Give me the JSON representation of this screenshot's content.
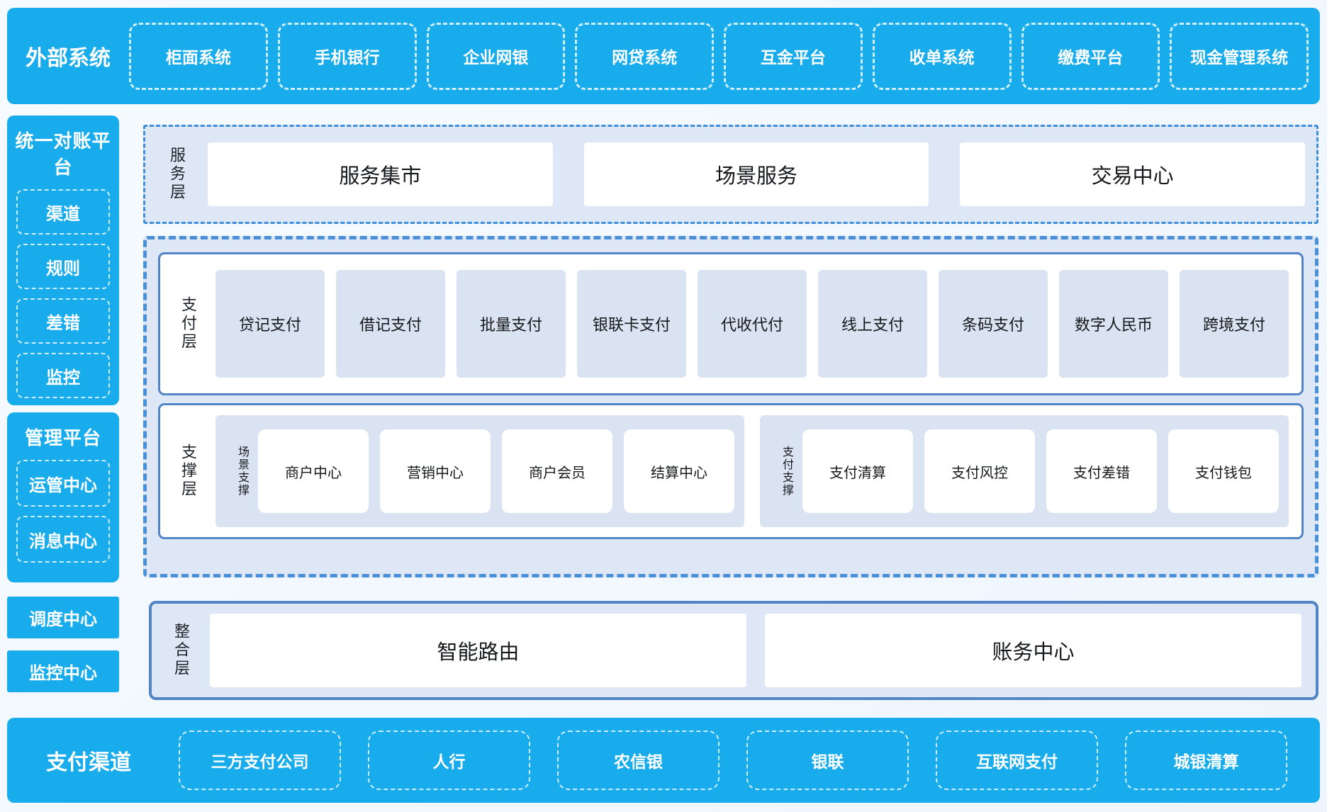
{
  "colors": {
    "bright_blue": "#18ACEC",
    "panel_bg": "#DDE7F5",
    "item_bg": "#D9E3F1",
    "solid_border": "#5185C5",
    "dashed_border": "#4A90D9",
    "dark_text": "#1E2228"
  },
  "top_bar": {
    "title": "外部系统",
    "items": [
      "柜面系统",
      "手机银行",
      "企业网银",
      "网贷系统",
      "互金平台",
      "收单系统",
      "缴费平台",
      "现金管理系统"
    ]
  },
  "sidebar": {
    "reconciliation": {
      "title": "统一对账平台",
      "items": [
        "渠道",
        "规则",
        "差错",
        "监控"
      ]
    },
    "management": {
      "title": "管理平台",
      "items": [
        "运管中心",
        "消息中心"
      ]
    },
    "dispatch_center": "调度中心",
    "monitor_center": "监控中心"
  },
  "layers": {
    "service": {
      "label": "服务层",
      "items": [
        "服务集市",
        "场景服务",
        "交易中心"
      ]
    },
    "payment": {
      "label": "支付层",
      "items": [
        "贷记支付",
        "借记支付",
        "批量支付",
        "银联卡支付",
        "代收代付",
        "线上支付",
        "条码支付",
        "数字人民币",
        "跨境支付"
      ]
    },
    "support": {
      "label": "支撑层",
      "groups": [
        {
          "label": "场景支撑",
          "items": [
            "商户中心",
            "营销中心",
            "商户会员",
            "结算中心"
          ]
        },
        {
          "label": "支付支撑",
          "items": [
            "支付清算",
            "支付风控",
            "支付差错",
            "支付钱包"
          ]
        }
      ]
    },
    "integration": {
      "label": "整合层",
      "items": [
        "智能路由",
        "账务中心"
      ]
    }
  },
  "bottom_bar": {
    "title": "支付渠道",
    "items": [
      "三方支付公司",
      "人行",
      "农信银",
      "银联",
      "互联网支付",
      "城银清算"
    ]
  }
}
